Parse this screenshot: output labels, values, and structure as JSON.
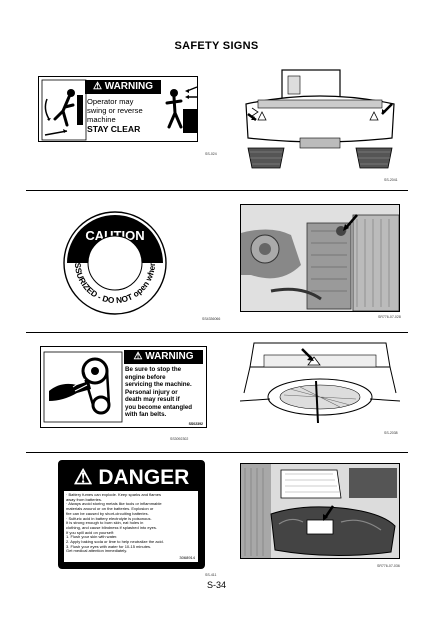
{
  "header": {
    "title": "SAFETY SIGNS"
  },
  "signs": {
    "swing_warning": {
      "heading": "WARNING",
      "lines": [
        "Operator may",
        "swing or reverse",
        "machine"
      ],
      "emphasis": "STAY CLEAR",
      "caption": "SS-024",
      "photo_caption": "SS-2041"
    },
    "pressurized_caution": {
      "heading": "CAUTION",
      "ring_text": "PRESSURIZED - DO NOT open when hot",
      "caption": "SS4336066",
      "photo_caption": "SR776-07-028"
    },
    "fan_warning": {
      "heading": "WARNING",
      "lines": [
        "Be sure to stop the",
        "engine before",
        "servicing the machine.",
        "Personal injury or",
        "death may result if",
        "you become entangled",
        "with fan belts."
      ],
      "sign_code": "SS02392",
      "caption": "SS3092302",
      "photo_caption": "SS-2038"
    },
    "battery_danger": {
      "heading": "DANGER",
      "lines": [
        "· Battery fumes can explode. Keep sparks and flames",
        "  away from batteries.",
        "· Always avoid storing metals like tools or inflammable",
        "  materials around or on the batteries. Explosion or",
        "  fire can be caused by short-circuiting batteries.",
        "· Sulfuric acid in battery electrolyte is poisonous.",
        "  It is strong enough to burn skin, eat holes in",
        "  clothing, and cause blindness if splashed into eyes.",
        "  If you spill acid on yourself:",
        "  1. Flush your skin with water.",
        "  2. Apply baking soda or lime to help neutralize the acid.",
        "  3. Flush your eyes with water for 10-15 minutes.",
        "     Get medical attention immediately."
      ],
      "sign_code": "3068914",
      "caption": "SS-411",
      "photo_caption": "SR776-07-036"
    }
  },
  "footer": {
    "page_number": "S-34"
  }
}
